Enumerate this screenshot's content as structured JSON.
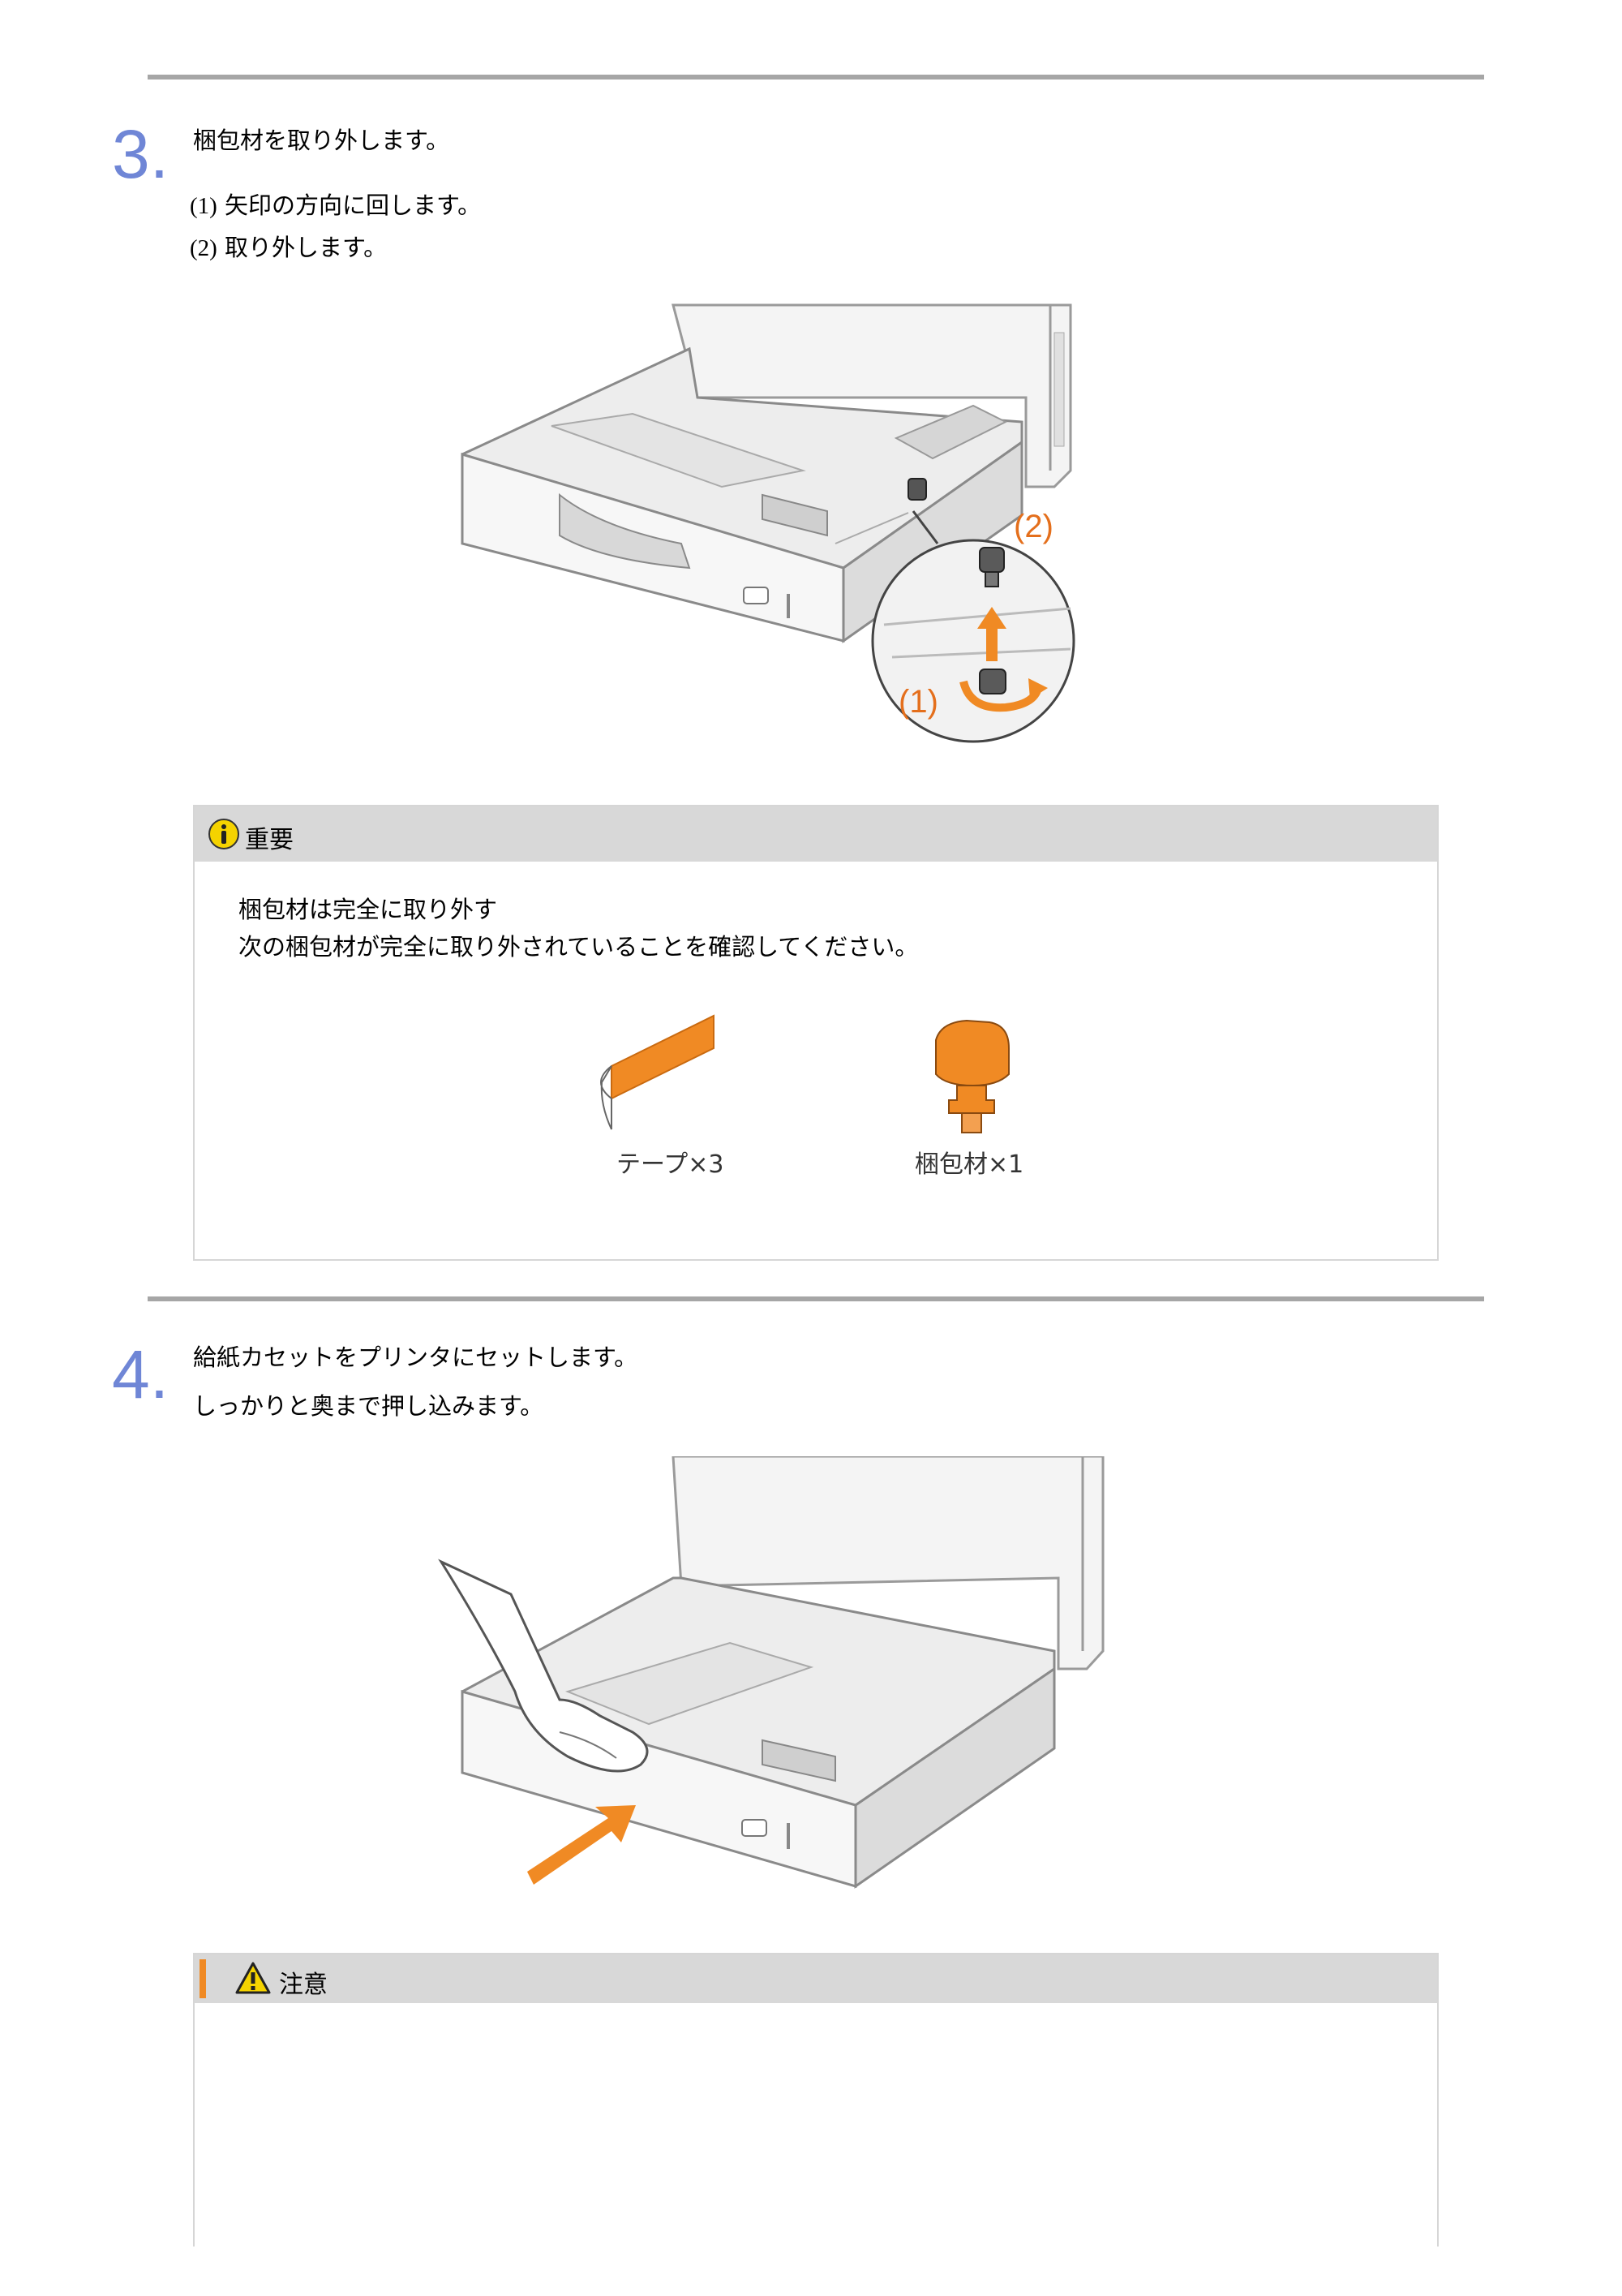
{
  "step3": {
    "number": "3.",
    "title": "梱包材を取り外します。",
    "substeps": [
      {
        "num": "(1)",
        "text": "矢印の方向に回します。"
      },
      {
        "num": "(2)",
        "text": "取り外します。"
      }
    ],
    "figure_callouts": [
      "(2)",
      "(1)"
    ]
  },
  "important": {
    "label": "重要",
    "heading": "梱包材は完全に取り外す",
    "body": "次の梱包材が完全に取り外されていることを確認してください。",
    "items": [
      {
        "caption": "テープ×3",
        "icon": "tape-icon"
      },
      {
        "caption": "梱包材×1",
        "icon": "packing-material-icon"
      }
    ]
  },
  "step4": {
    "number": "4.",
    "title": "給紙カセットをプリンタにセットします。",
    "subtitle": "しっかりと奥まで押し込みます。"
  },
  "caution": {
    "label": "注意"
  },
  "colors": {
    "accent_orange": "#f08a24",
    "step_number_blue": "#6f86d6",
    "rule_gray": "#a6a6a6",
    "header_gray": "#d8d8d8"
  }
}
